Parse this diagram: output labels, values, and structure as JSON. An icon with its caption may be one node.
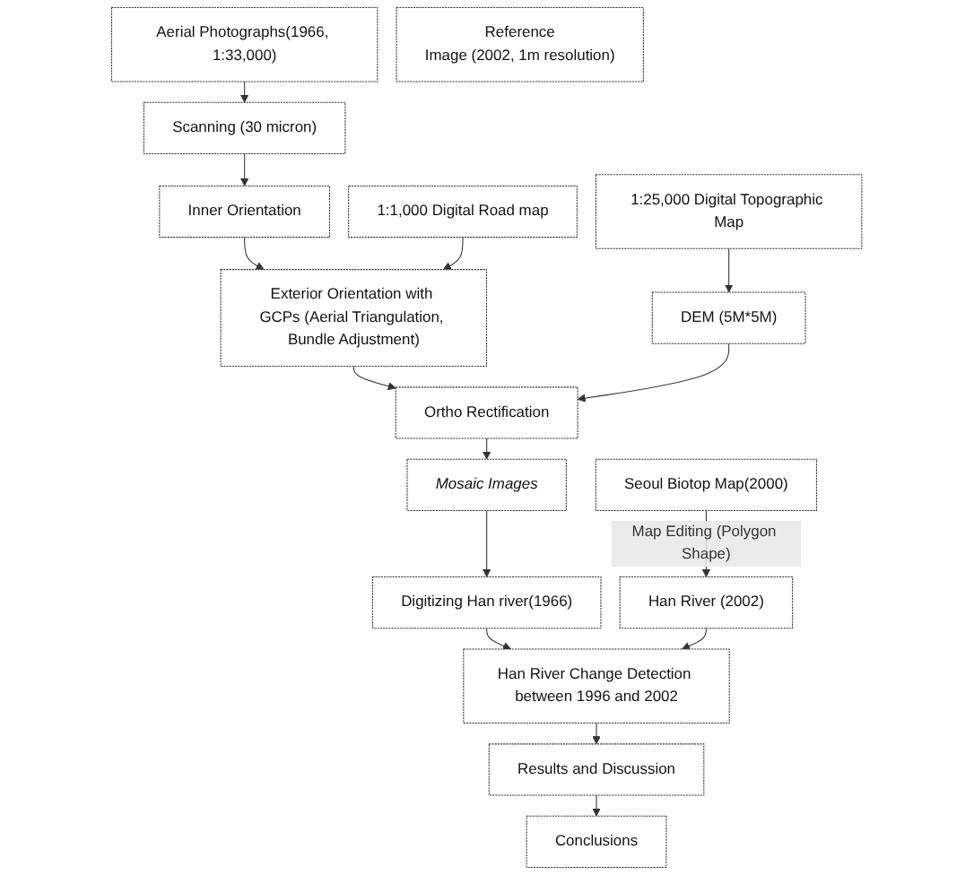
{
  "diagram": {
    "nodes": [
      {
        "text": [
          "Aerial Photographs(1966, 1:33,000)"
        ]
      },
      {
        "text": [
          "Scanning (30 micron)"
        ]
      },
      {
        "text": [
          "Inner Orientation"
        ]
      },
      {
        "text": [
          "1:1,000 Digital Road map"
        ]
      },
      {
        "text": [
          "Exterior Orientation with GCPs (Aerial Triangulation, Bundle Adjustment)"
        ]
      },
      {
        "text": [
          "Ortho Rectification"
        ]
      },
      {
        "text": [
          "DEM (5M*5M)"
        ]
      },
      {
        "text": [
          "Mosaic Images"
        ]
      },
      {
        "text": [
          "1:25,000 Digital Topographic Map"
        ]
      },
      {
        "text": [
          "Digitizing Han river(1966)"
        ]
      },
      {
        "text": [
          "Seoul Biotop Map(2000)"
        ]
      },
      {
        "text": [
          "Reference",
          "Image (2002, 1m resolution)"
        ]
      },
      {
        "text": [
          "Han River (2002)"
        ]
      },
      {
        "text": [
          "Han River Change Detection between 1996 and 2002"
        ]
      },
      {
        "text": [
          "Results and Discussion"
        ]
      },
      {
        "text": [
          "Conclusions"
        ]
      }
    ],
    "edges": [
      {
        "from": 0,
        "to": 1,
        "arrow": "to"
      },
      {
        "from": 1,
        "to": 2,
        "arrow": "to"
      },
      {
        "from": 2,
        "to": 4,
        "arrow": "to"
      },
      {
        "from": 3,
        "to": 4,
        "arrow": "to"
      },
      {
        "from": 4,
        "to": 5,
        "arrow": "to"
      },
      {
        "from": 6,
        "to": 5,
        "arrow": "to"
      },
      {
        "from": 5,
        "to": 7,
        "arrow": "to"
      },
      {
        "from": 8,
        "to": 6,
        "arrow": "to"
      },
      {
        "from": 7,
        "to": 9,
        "arrow": "to"
      },
      {
        "from": 10,
        "to": 12,
        "arrow": "to",
        "label": "Map Editing (Polygon Shape)"
      },
      {
        "from": 9,
        "to": 13,
        "arrow": "to"
      },
      {
        "from": 12,
        "to": 13,
        "arrow": "to"
      },
      {
        "from": 13,
        "to": 14,
        "arrow": "to"
      },
      {
        "from": 14,
        "to": 15,
        "arrow": "to"
      }
    ]
  }
}
